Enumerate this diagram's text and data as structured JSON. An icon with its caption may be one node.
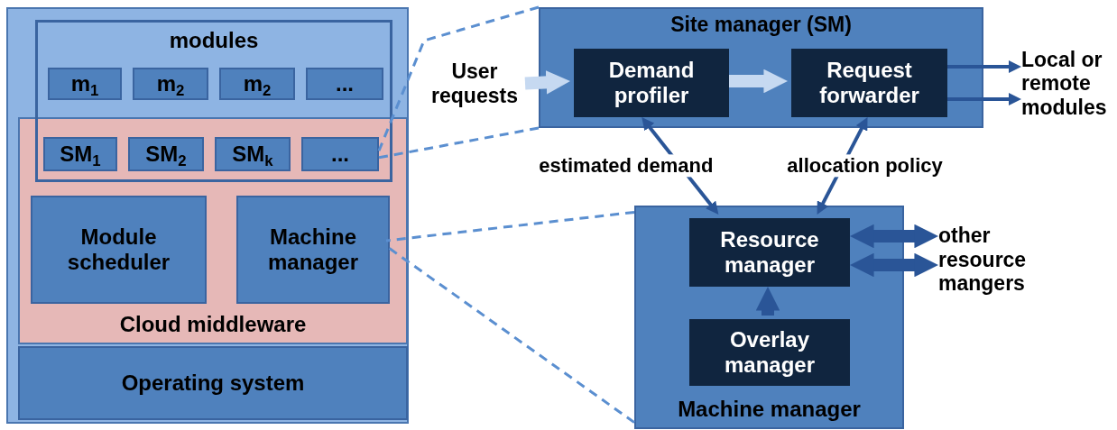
{
  "diagram": {
    "nodes": [
      {
        "text": [],
        "shape": "box"
      },
      {
        "text": [
          "modules"
        ],
        "in": 0
      },
      {
        "text": [
          "m$_{1}$"
        ],
        "in": 1
      },
      {
        "text": [
          "m$_{2}$"
        ],
        "in": 1
      },
      {
        "text": [
          "m$_{2}$"
        ],
        "in": 1
      },
      {
        "text": [
          "..."
        ],
        "in": 1
      },
      {
        "text": [
          "Cloud middleware"
        ],
        "in": 0
      },
      {
        "text": [
          "SM$_{1}$"
        ]
      },
      {
        "text": [
          "SM$_{2}$"
        ]
      },
      {
        "text": [
          "SM$_{k}$"
        ]
      },
      {
        "text": [
          "..."
        ]
      },
      {
        "text": [
          "Module scheduler"
        ],
        "in": 6
      },
      {
        "text": [
          "Machine manager"
        ],
        "in": 6
      },
      {
        "text": [
          "Operating system"
        ],
        "in": 0
      },
      {
        "text": [
          "Site manager (SM)"
        ]
      },
      {
        "text": [
          "Demand profiler"
        ],
        "in": 14
      },
      {
        "text": [
          "Request forwarder"
        ],
        "in": 14
      },
      {
        "text": [
          "User requests"
        ]
      },
      {
        "text": [
          "Local or remote modules"
        ]
      },
      {
        "text": [
          "Machine manager"
        ]
      },
      {
        "text": [
          "Resource manager"
        ],
        "in": 19
      },
      {
        "text": [
          "Overlay manager"
        ],
        "in": 19
      },
      {
        "text": [
          "other resource mangers"
        ]
      }
    ],
    "edges": [
      {
        "from": 17,
        "to": 15,
        "arrow": "to",
        "style": "thick",
        "color": "#c6d9f1"
      },
      {
        "from": 15,
        "to": 16,
        "arrow": "to",
        "style": "thick",
        "color": "#c6d9f1"
      },
      {
        "from": 16,
        "to": 18,
        "arrow": "to"
      },
      {
        "from": 16,
        "to": 18,
        "arrow": "to"
      },
      {
        "from": 15,
        "to": 20,
        "arrow": "both",
        "label": "estimated demand"
      },
      {
        "from": 20,
        "to": 16,
        "arrow": "both",
        "label": "allocation policy"
      },
      {
        "from": 21,
        "to": 20,
        "arrow": "to",
        "style": "thick"
      },
      {
        "from": 20,
        "to": 22,
        "arrow": "both",
        "style": "thick"
      },
      {
        "from": 20,
        "to": 22,
        "arrow": "both",
        "style": "thick"
      },
      {
        "from": 14,
        "to": 10,
        "arrow": "none",
        "style": "dashed",
        "color": "#5b8fd0"
      },
      {
        "from": 14,
        "to": 10,
        "arrow": "none",
        "style": "dashed",
        "color": "#5b8fd0"
      },
      {
        "from": 19,
        "to": 12,
        "arrow": "none",
        "style": "dashed",
        "color": "#5b8fd0"
      },
      {
        "from": 19,
        "to": 12,
        "arrow": "none",
        "style": "dashed",
        "color": "#5b8fd0"
      }
    ]
  }
}
